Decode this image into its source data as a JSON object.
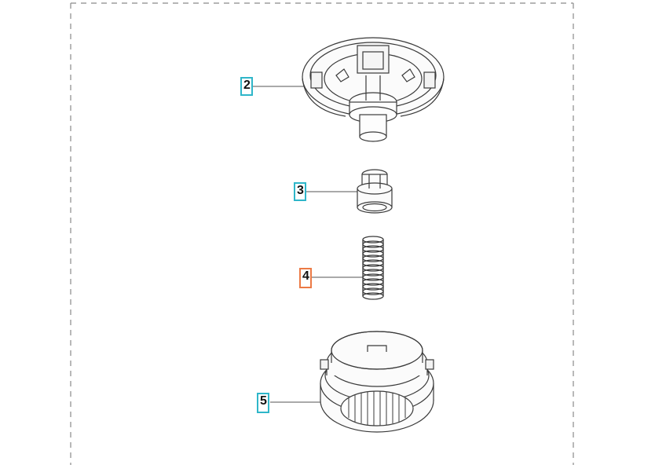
{
  "callouts": [
    {
      "number": "2",
      "color": "#2fb6c9",
      "selected": false
    },
    {
      "number": "3",
      "color": "#2fb6c9",
      "selected": false
    },
    {
      "number": "4",
      "color": "#ec7a45",
      "selected": true
    },
    {
      "number": "5",
      "color": "#2fb6c9",
      "selected": false
    }
  ],
  "colors": {
    "frame": "#8a8a8a",
    "line": "#555555",
    "part_stroke": "#3a3a3a"
  }
}
